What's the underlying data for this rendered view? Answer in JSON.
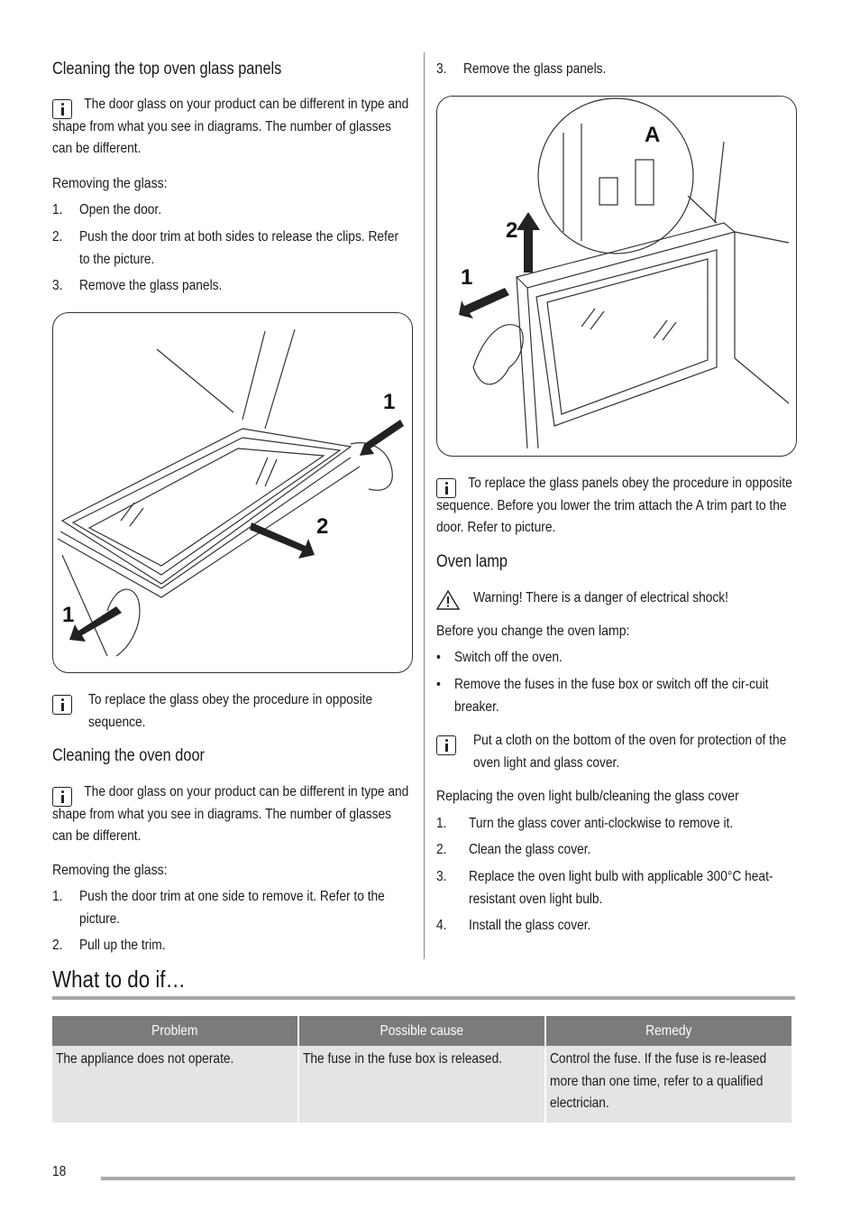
{
  "left": {
    "top_glass": {
      "heading": "Cleaning the top oven glass panels",
      "note": "The door glass on your product can be different in type and shape from what you see in diagrams. The number of glasses can be different.",
      "subheading": "Removing the glass:",
      "steps": [
        {
          "num": "1.",
          "text": "Open the door."
        },
        {
          "num": "2.",
          "text": "Push the door trim at both sides to release the clips. Refer to the picture."
        },
        {
          "num": "3.",
          "text": "Remove the glass panels."
        }
      ],
      "figure_labels": {
        "a": "1",
        "b": "2",
        "c": "1"
      },
      "after_note": "To replace the glass obey the procedure in opposite sequence."
    },
    "door": {
      "heading": "Cleaning the oven door",
      "note": "The door glass on your product can be different in type and shape from what you see in diagrams. The number of glasses can be different.",
      "subheading": "Removing the glass:",
      "steps": [
        {
          "num": "1.",
          "text": "Push the door trim at one side to remove it. Refer to the picture."
        },
        {
          "num": "2.",
          "text": "Pull up the trim."
        }
      ]
    }
  },
  "right": {
    "step3": {
      "num": "3.",
      "text": "Remove the glass panels."
    },
    "figure_labels": {
      "a": "A",
      "b": "2",
      "c": "1"
    },
    "note_trim": "To replace the glass panels obey the procedure in opposite sequence. Before you lower the trim attach the A trim part to the door. Refer to picture.",
    "lamp": {
      "heading": "Oven lamp",
      "warning_label": "Warning!",
      "warning_text": " There is a danger of electrical shock!",
      "before_heading": "Before you change the oven lamp:",
      "bullets": [
        "Switch off the oven.",
        "Remove the fuses in the fuse box or switch off the cir-cuit breaker."
      ],
      "cloth_note": "Put a cloth on the bottom of the oven for protection of the oven light and glass cover.",
      "replace_heading": "Replacing the oven light bulb/cleaning the glass cover",
      "steps": [
        {
          "num": "1.",
          "text": "Turn the glass cover anti-clockwise to remove it."
        },
        {
          "num": "2.",
          "text": "Clean the glass cover."
        },
        {
          "num": "3.",
          "text": "Replace the oven light bulb with applicable 300°C heat-resistant oven light bulb."
        },
        {
          "num": "4.",
          "text": "Install the glass cover."
        }
      ]
    }
  },
  "troubleshoot": {
    "title": "What to do if…",
    "headers": [
      "Problem",
      "Possible cause",
      "Remedy"
    ],
    "rows": [
      [
        "The appliance does not operate.",
        "The fuse in the fuse box is released.",
        "Control the fuse. If the fuse is re-leased more than one time, refer to a qualified electrician."
      ]
    ]
  },
  "page_number": "18",
  "icons": {
    "info": "info-icon",
    "warning": "warning-triangle-icon"
  }
}
